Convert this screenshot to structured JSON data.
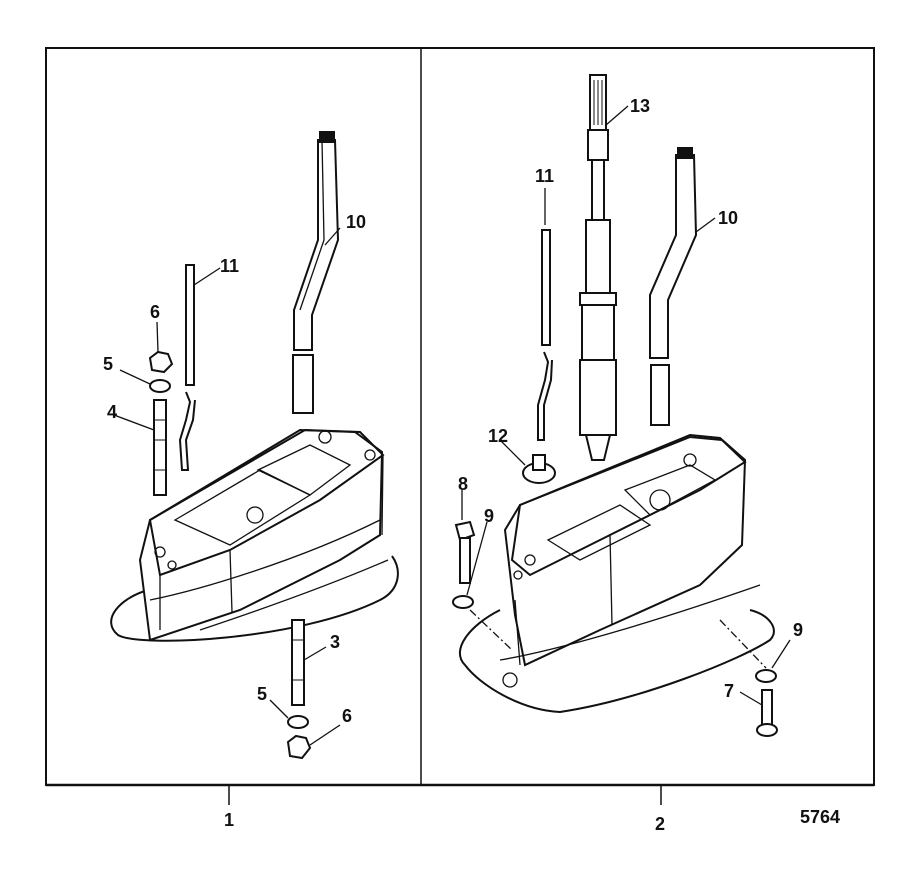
{
  "figure_id": "5764",
  "panels": [
    {
      "caption": "1",
      "callouts": [
        "3",
        "4",
        "5",
        "5",
        "6",
        "6",
        "10",
        "11"
      ]
    },
    {
      "caption": "2",
      "callouts": [
        "7",
        "8",
        "9",
        "9",
        "10",
        "11",
        "12",
        "13"
      ]
    }
  ]
}
